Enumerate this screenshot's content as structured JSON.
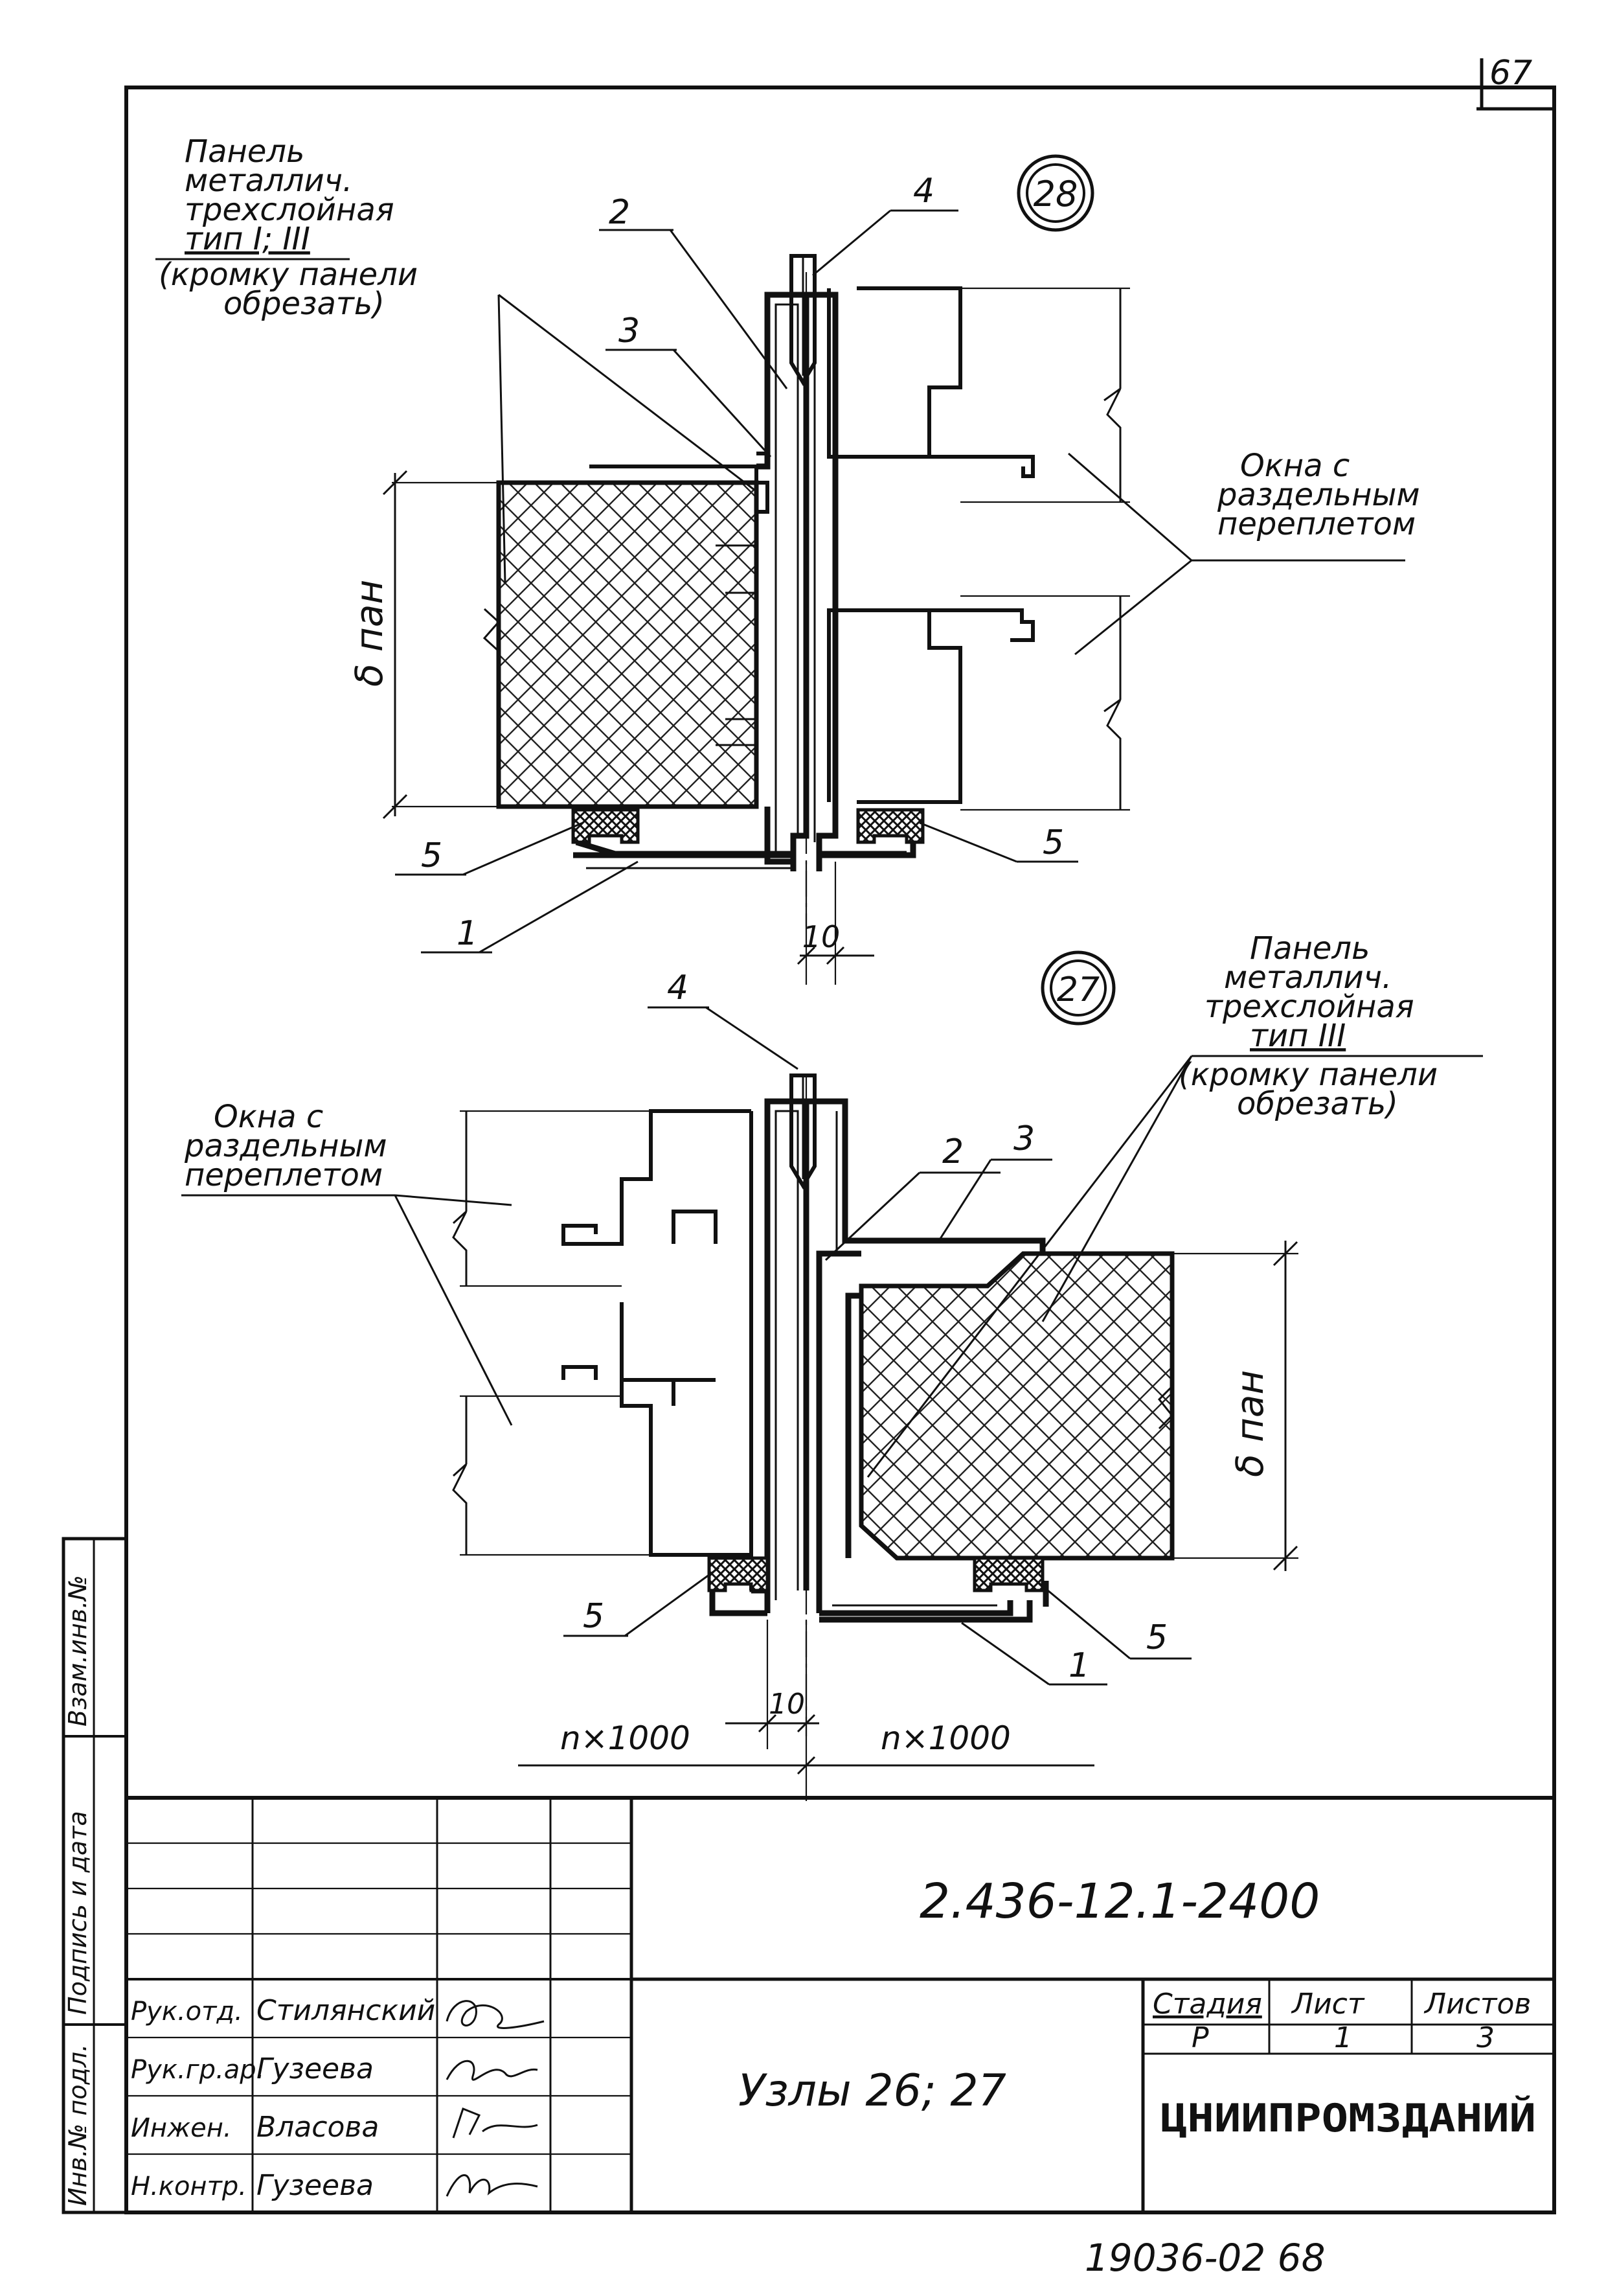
{
  "sheet_number_top": "67",
  "sheet_number_bottom": "19036-02   68",
  "node_28": {
    "marker": "28",
    "panel_label": [
      "Панель",
      "металлич.",
      "трехслойная",
      "тип I; III",
      "(кромку панели",
      "обрезать)"
    ],
    "window_label": [
      "Окна с",
      "раздельным",
      "переплетом"
    ],
    "dim_thickness": "δ пан",
    "dim_gap": "10",
    "callouts": {
      "c1": "1",
      "c2": "2",
      "c3": "3",
      "c4": "4",
      "c5a": "5",
      "c5b": "5"
    }
  },
  "node_27": {
    "marker": "27",
    "panel_label": [
      "Панель",
      "металлич.",
      "трехслойная",
      "тип III",
      "(кромку панели",
      "обрезать)"
    ],
    "window_label": [
      "Окна с",
      "раздельным",
      "переплетом"
    ],
    "dim_thickness": "δ пан",
    "dim_gap": "10",
    "dim_left": "n×1000",
    "dim_right": "n×1000",
    "callouts": {
      "c1": "1",
      "c2": "2",
      "c3": "3",
      "c4": "4",
      "c5a": "5",
      "c5b": "5"
    }
  },
  "side_stamp": [
    "Инв.№ подл.",
    "Подпись и дата",
    "Взам.инв.№"
  ],
  "title_block": {
    "document_code": "2.436-12.1-2400",
    "drawing_title": "Узлы 26; 27",
    "roles": [
      "Рук.отд.",
      "Рук.гр.ар.",
      "Инжен.",
      "Н.контр."
    ],
    "names": [
      "Стилянский",
      "Гузеева",
      "Власова",
      "Гузеева"
    ],
    "stage_header": "Стадия",
    "sheet_header": "Лист",
    "sheets_header": "Листов",
    "stage_value": "Р",
    "sheet_value": "1",
    "sheets_value": "3",
    "organization": "ЦНИИПРОМЗДАНИЙ"
  }
}
